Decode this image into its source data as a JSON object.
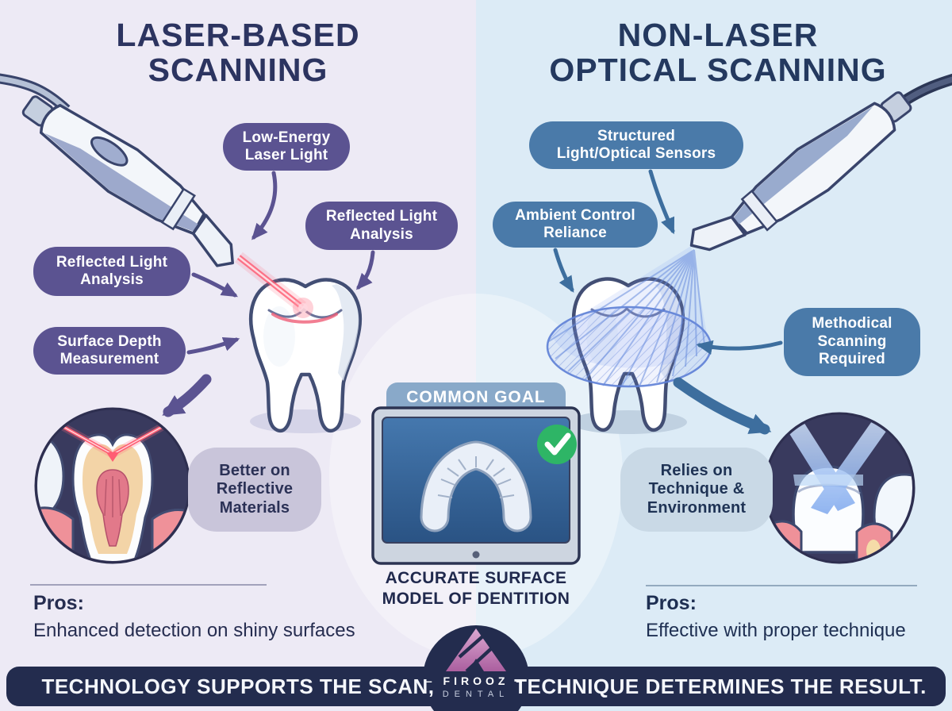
{
  "left_panel": {
    "title": "LASER-BASED\nSCANNING",
    "pills": {
      "low_energy": "Low-Energy\nLaser Light",
      "reflected_upper": "Reflected Light\nAnalysis",
      "reflected_left": "Reflected Light\nAnalysis",
      "surface_depth": "Surface Depth\nMeasurement",
      "benefit": "Better on\nReflective\nMaterials"
    },
    "pros_label": "Pros:",
    "pros_text": "Enhanced detection on shiny surfaces"
  },
  "right_panel": {
    "title": "NON-LASER\nOPTICAL SCANNING",
    "pills": {
      "structured": "Structured\nLight/Optical Sensors",
      "ambient": "Ambient Control\nReliance",
      "methodical": "Methodical\nScanning\nRequired",
      "benefit": "Relies on\nTechnique &\nEnvironment"
    },
    "pros_label": "Pros:",
    "pros_text": "Effective with proper technique"
  },
  "center": {
    "tab": "COMMON GOAL",
    "caption": "ACCURATE SURFACE\nMODEL OF DENTITION"
  },
  "footer": {
    "left_text": "TECHNOLOGY SUPPORTS THE SCAN,",
    "right_text": "TECHNIQUE DETERMINES THE RESULT.",
    "brand_name": "– FIROOZ –",
    "brand_sub": "DENTAL"
  },
  "icons": {
    "checkmark": "checkmark-icon",
    "laser_beam": "laser-beam-icon",
    "light_cone": "structured-light-cone-icon"
  },
  "colors": {
    "left_bg": "#edeaf5",
    "right_bg": "#dcebf6",
    "purple_pill": "#5b5391",
    "blue_pill": "#4a7aa9",
    "soft_purple_pill": "#c9c5da",
    "soft_blue_pill": "#c9d9e6",
    "navy_bar": "#232c4e",
    "laser_red": "#ff5a70",
    "cone_blue": "#6b8ede",
    "check_green": "#2eb566",
    "title_left": "#2c3460",
    "title_right": "#24395f"
  }
}
